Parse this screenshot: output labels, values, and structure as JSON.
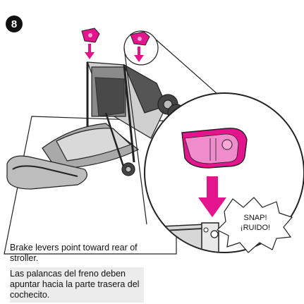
{
  "step": {
    "number": "8"
  },
  "callout": {
    "line1": "SNAP!",
    "line2": "¡RUIDO!"
  },
  "captions": {
    "english": "Brake levers point toward rear of stroller.",
    "spanish": "Las palancas del freno deben apuntar hacia la parte trasera del cochecito."
  },
  "colors": {
    "accent": "#e4148c",
    "accent_light": "#f7a8d6",
    "line": "#222222",
    "caption_bg": "#ececec"
  }
}
